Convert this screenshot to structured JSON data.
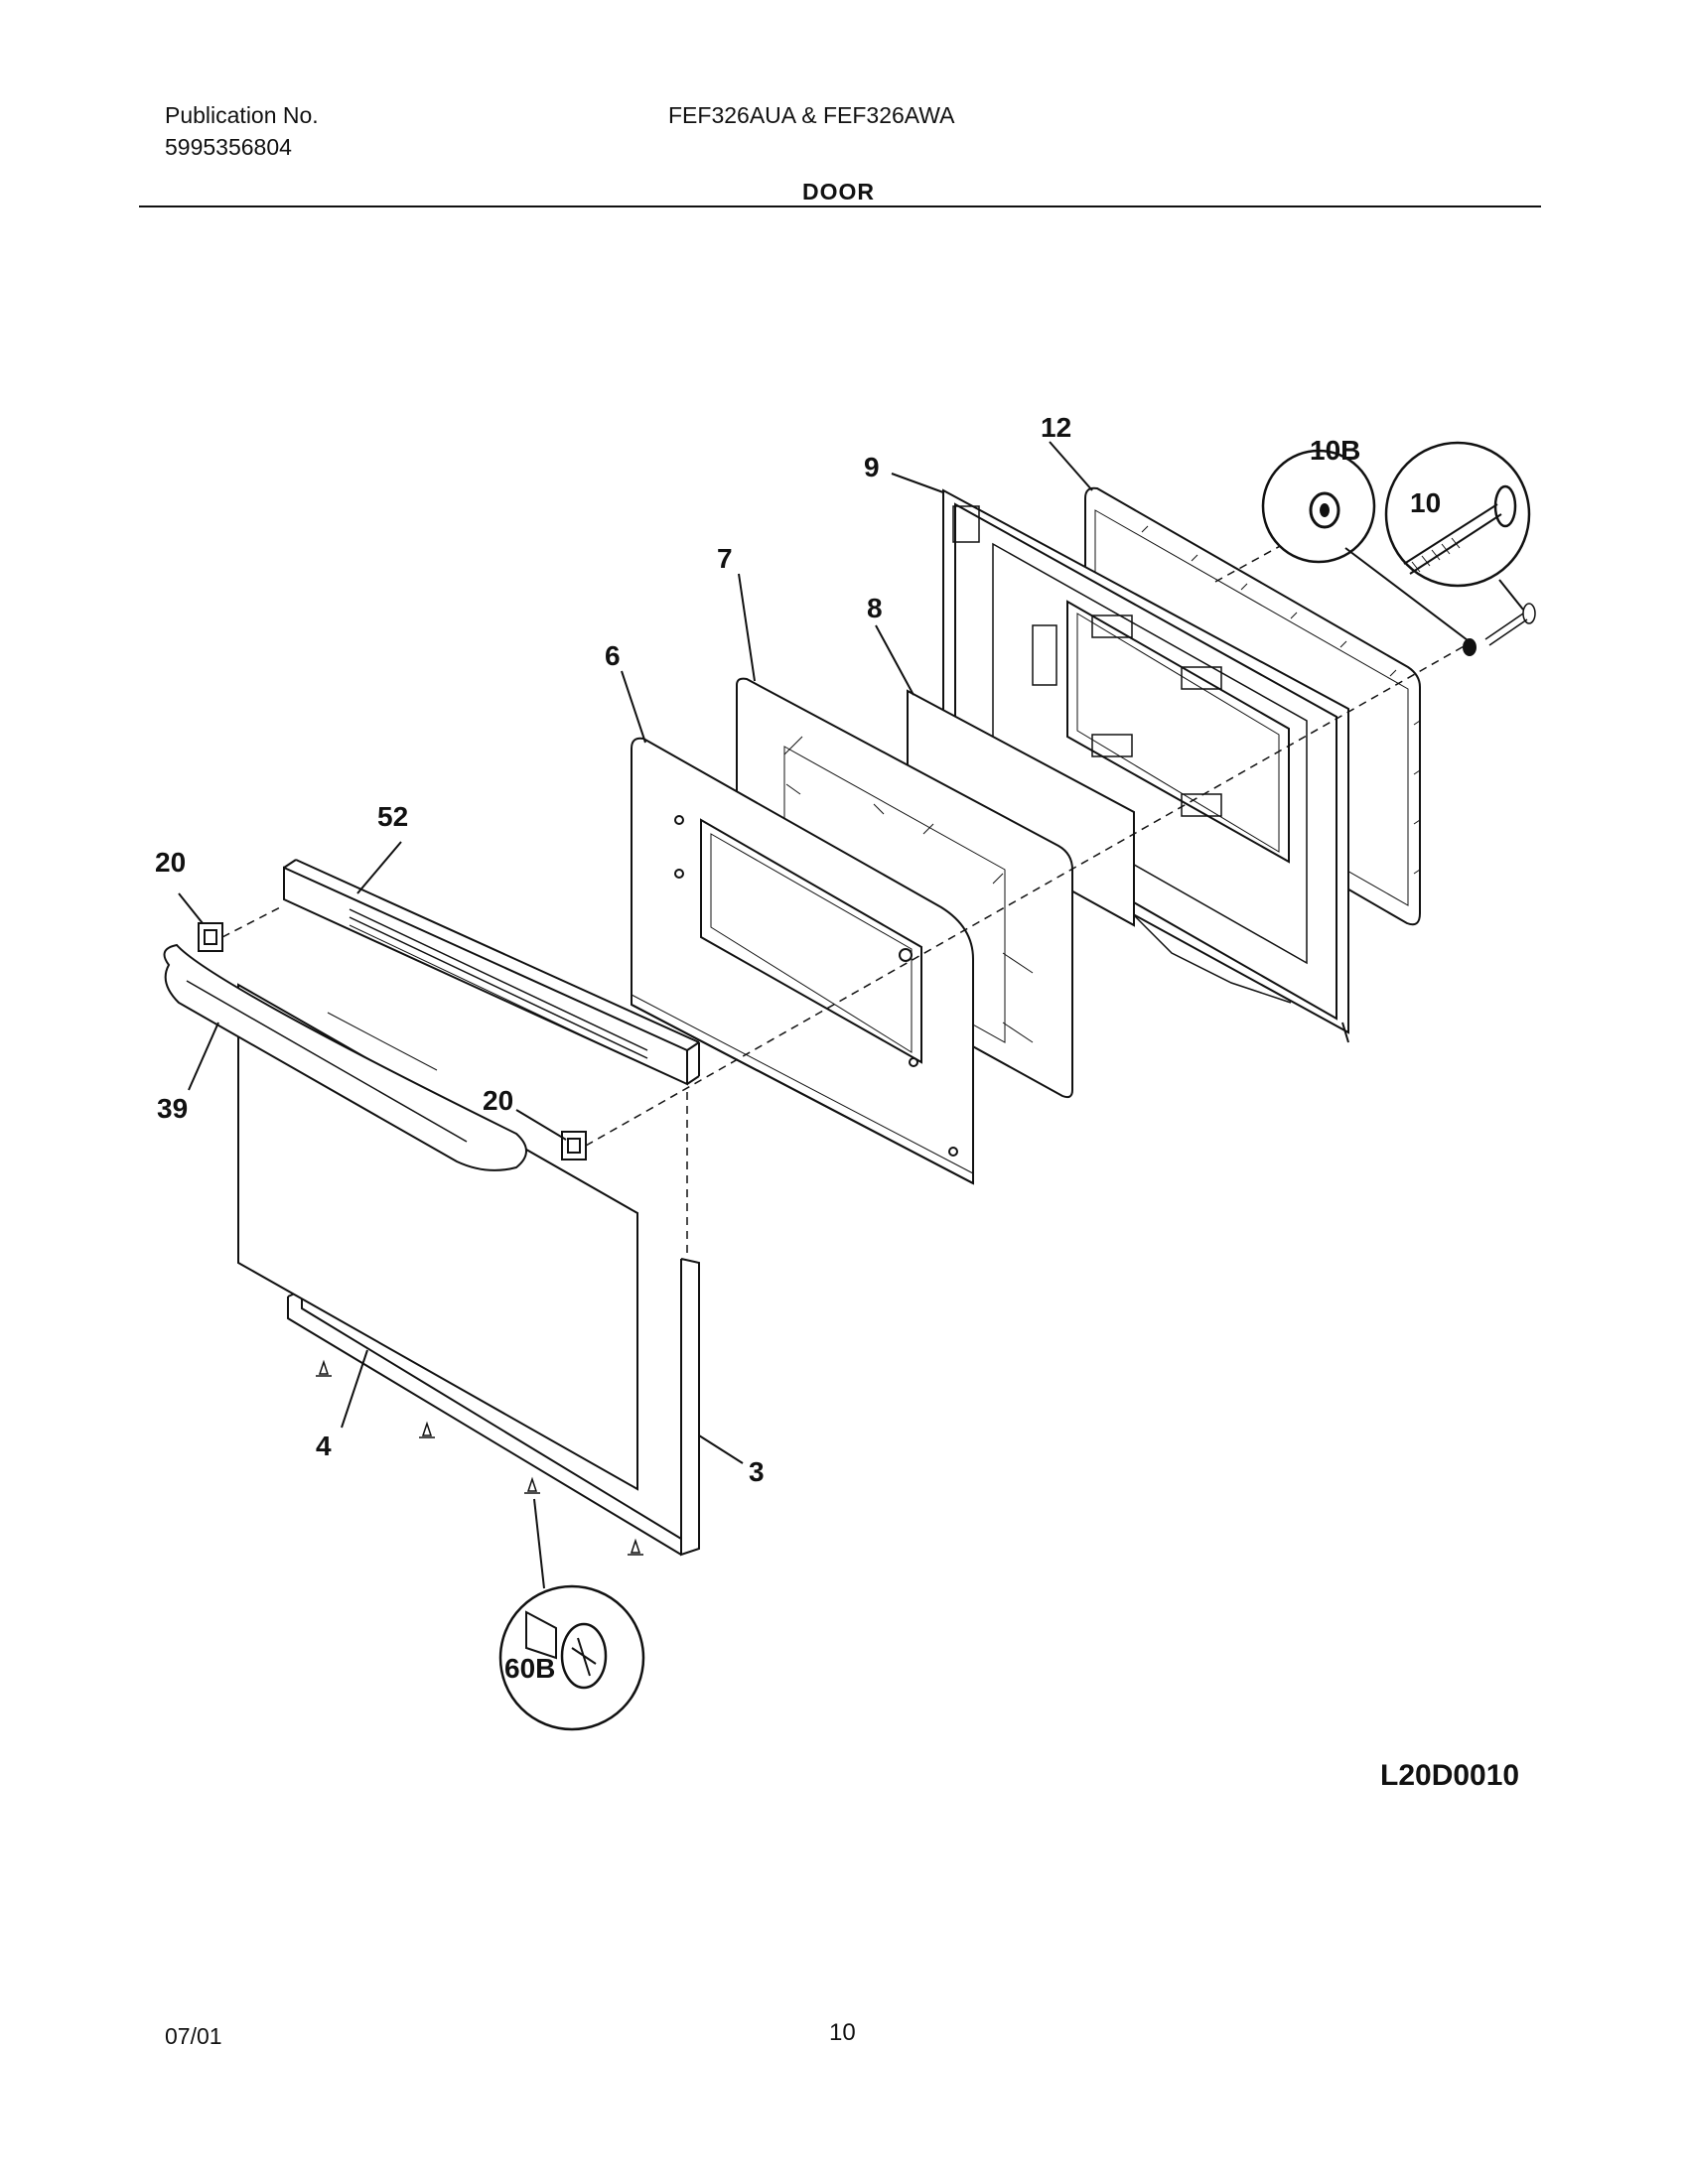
{
  "header": {
    "publication_label": "Publication No.",
    "publication_number": "5995356804",
    "models": "FEF326AUA & FEF326AWA",
    "section_title": "DOOR"
  },
  "callouts": {
    "p3": "3",
    "p4": "4",
    "p6": "6",
    "p7": "7",
    "p8": "8",
    "p9": "9",
    "p10": "10",
    "p10b": "10B",
    "p12": "12",
    "p20a": "20",
    "p20b": "20",
    "p39": "39",
    "p52": "52",
    "p60b": "60B"
  },
  "diagram_code": "L20D0010",
  "footer": {
    "date": "07/01",
    "page": "10"
  }
}
